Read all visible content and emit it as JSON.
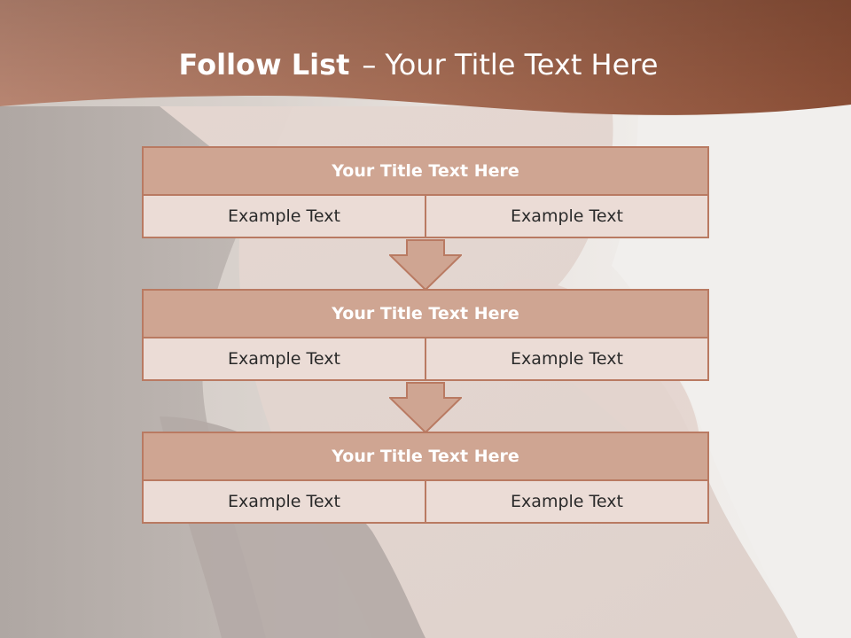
{
  "slide": {
    "title_bold": "Follow List",
    "title_dash": "–",
    "title_rest": "Your Title Text Here"
  },
  "steps": [
    {
      "title": "Your Title Text Here",
      "left": "Example Text",
      "right": "Example Text"
    },
    {
      "title": "Your Title Text Here",
      "left": "Example Text",
      "right": "Example Text"
    },
    {
      "title": "Your Title Text Here",
      "left": "Example Text",
      "right": "Example Text"
    }
  ],
  "colors": {
    "banner": "#a8694f",
    "box_fill": "#cfa592",
    "box_border": "#b97a62",
    "cell_fill": "#ebdcd6"
  }
}
